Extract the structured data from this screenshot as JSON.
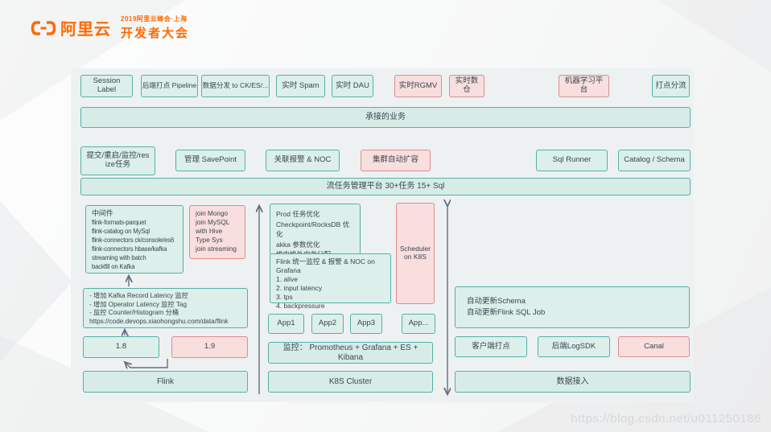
{
  "header": {
    "brand": "阿里云",
    "event_small": "2019阿里云峰会·上海",
    "event_large": "开发者大会"
  },
  "colors": {
    "brand_orange": "#ff6a00",
    "teal_border": "#55b1a7",
    "teal_fill": "#dcefea",
    "pink_border": "#da8e90",
    "pink_fill": "#f8dedd",
    "arrow_gray": "#61707e",
    "panel_bg": "#edf1f2"
  },
  "top_row": [
    "Session Label",
    "后端打点 Pipeline",
    "数据分发 to CK/ES/...",
    "实时 Spam",
    "实时 DAU",
    "实时RGMV",
    "实时数仓",
    "机器学习平台",
    "打点分流"
  ],
  "business_bar": "承接的业务",
  "mgmt_row": [
    "提交/重启/监控/resize任务",
    "管理 SavePoint",
    "关联报警 & NOC",
    "集群自动扩容",
    "Sql Runner",
    "Catalog / Schema"
  ],
  "platform_bar": "流任务管理平台 30+任务 15+ Sql",
  "left": {
    "middleware_title": "中间件",
    "middleware_lines": [
      "flink-formats-parquet",
      "flink-catalog on MySql",
      "flink-connectors ck/console/es6",
      "flink-connectors hbase/kafka",
      "streaming with batch",
      "backfill on Kafka"
    ],
    "join_lines": [
      "join Mongo",
      "join MySQL",
      "with Hive",
      "Type Sys",
      "join streaming"
    ],
    "note_lines": [
      "- 增加 Kafka Record Latency 监控",
      "- 增加 Operator Latency 监控 Tag",
      "- 监控 Counter/Histogram 分桶",
      "https://code.devops.xiaohongshu.com/data/flink"
    ],
    "v18": "1.8",
    "v19": "1.9",
    "flink": "Flink"
  },
  "middle": {
    "prod_lines": [
      "Prod 任务优化",
      "Checkpoint/RocksDB 优化",
      "akka 参数优化",
      "堆内堆外内存分配"
    ],
    "monitor_lines": [
      "Flink 统一监控 & 报警 & NOC on Grafana",
      "1. alive",
      "2. input latency",
      "3. tps",
      "4. backpressure"
    ],
    "scheduler": "Scheduler on K8S",
    "apps": [
      "App1",
      "App2",
      "App3",
      "App..."
    ],
    "monitoring_stack": "监控： Promotheus + Grafana + ES + Kibana",
    "k8s": "K8S Cluster"
  },
  "right": {
    "auto_lines": [
      "自动更新Schema",
      "自动更新Flink SQL Job"
    ],
    "sources": [
      "客户端打点",
      "后端LogSDK",
      "Canal"
    ],
    "data_access": "数据接入"
  },
  "watermark": "https://blog.csdn.net/u011250186"
}
